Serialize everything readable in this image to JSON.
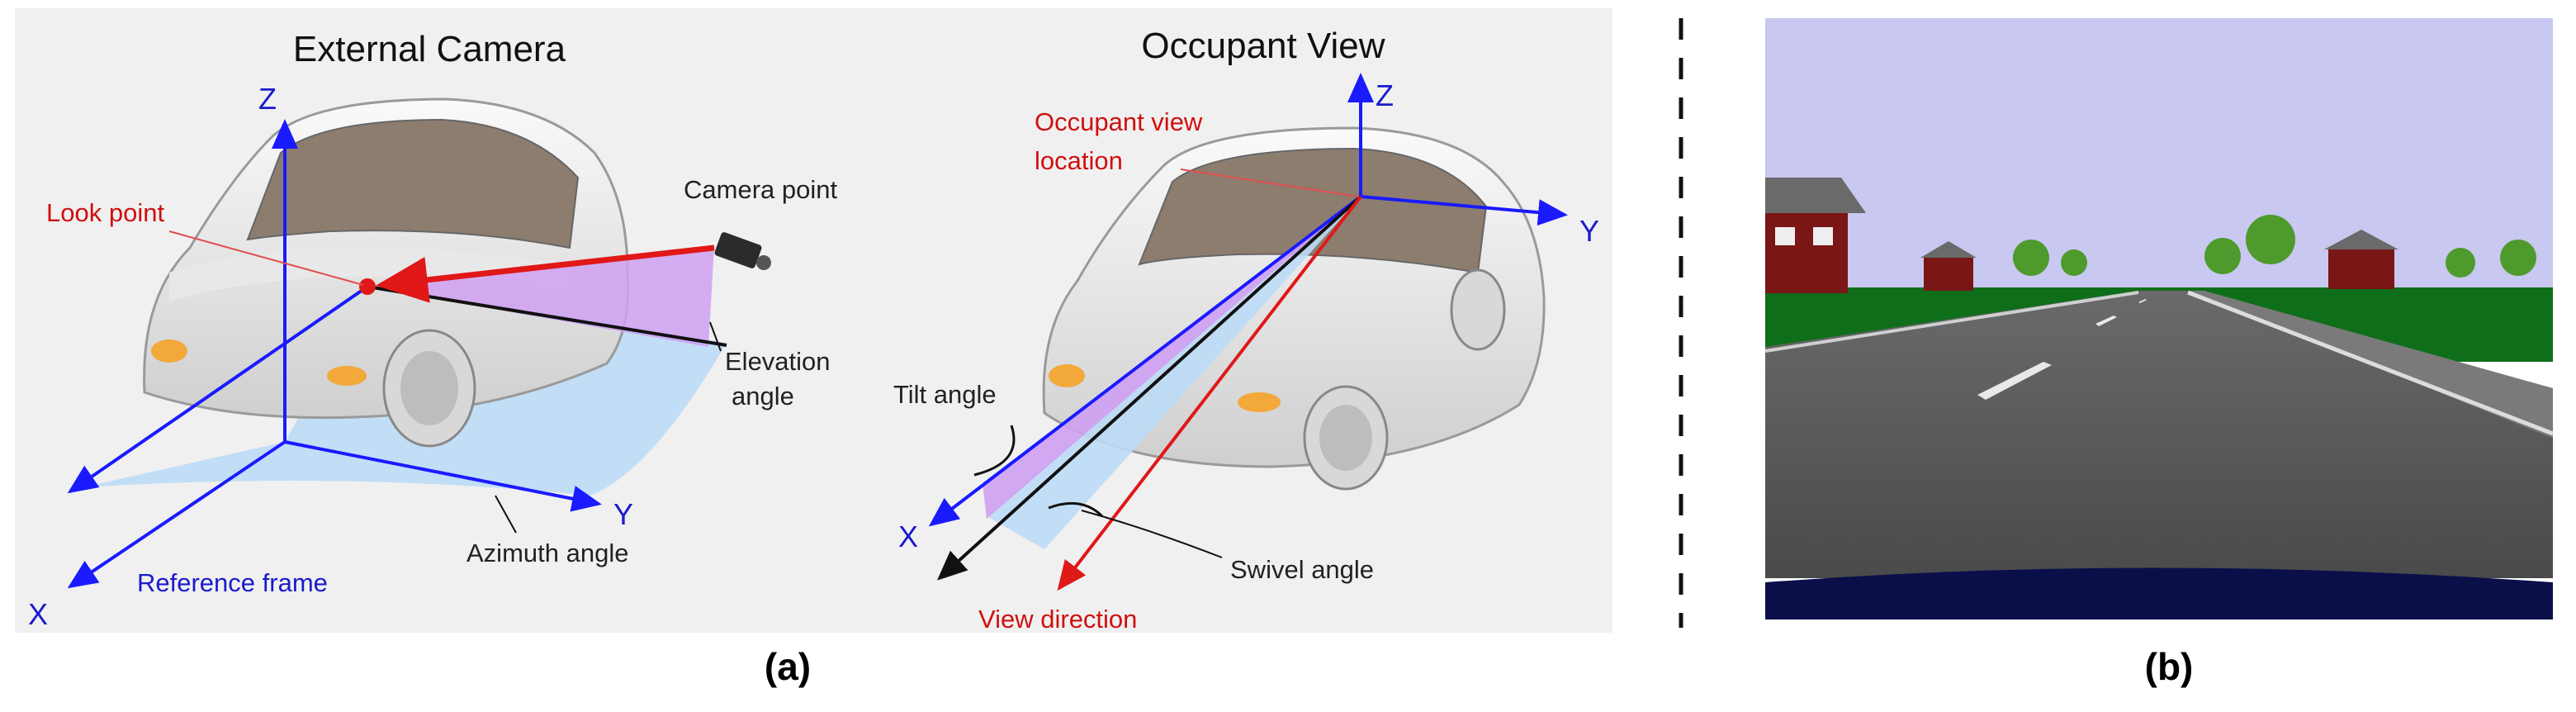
{
  "panel_a": {
    "external_title": "External Camera",
    "occupant_title": "Occupant View",
    "labels": {
      "z_left": "Z",
      "y_left": "Y",
      "x_left": "X",
      "look_point": "Look point",
      "camera_point": "Camera point",
      "elevation_angle_1": "Elevation",
      "elevation_angle_2": "angle",
      "azimuth_angle": "Azimuth angle",
      "reference_frame": "Reference frame",
      "z_right": "Z",
      "y_right": "Y",
      "x_right": "X",
      "occupant_view_location_1": "Occupant view",
      "occupant_view_location_2": "location",
      "tilt_angle": "Tilt angle",
      "swivel_angle": "Swivel angle",
      "view_direction": "View direction"
    },
    "caption": "(a)"
  },
  "panel_b": {
    "caption": "(b)"
  },
  "colors": {
    "axis_blue": "#1a1aff",
    "label_red": "#d01010",
    "label_blue": "#1a1acc",
    "arrow_red": "#e01818",
    "plane_blue": "#bcdcf6",
    "plane_purple": "#cfa0f2",
    "sky": "#c8c8f0",
    "grass": "#0f6e1a",
    "road": "#5a5a5a",
    "hood": "#0a0f4a"
  }
}
